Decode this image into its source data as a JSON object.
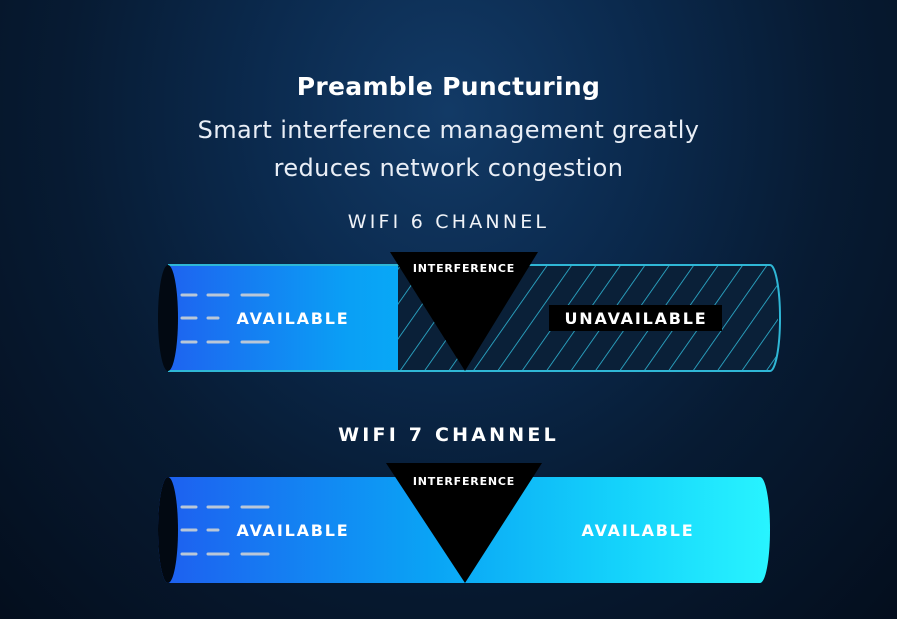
{
  "header": {
    "title": "Preamble Puncturing",
    "subtitle_line1": "Smart interference management greatly",
    "subtitle_line2": "reduces network congestion"
  },
  "wifi6": {
    "label": "WIFI 6 CHANNEL",
    "interference_label": "INTERFERENCE",
    "left_label": "AVAILABLE",
    "right_label": "UNAVAILABLE"
  },
  "wifi7": {
    "label": "WIFI 7 CHANNEL",
    "interference_label": "INTERFERENCE",
    "left_label": "AVAILABLE",
    "right_label": "AVAILABLE"
  },
  "colors": {
    "pipe_left": "#1e63f0",
    "pipe_mid": "#0aa8f5",
    "pipe_right_cyan": "#22f0ff",
    "unavailable_hatch": "#2fb7d6",
    "interference_triangle": "#000000"
  }
}
